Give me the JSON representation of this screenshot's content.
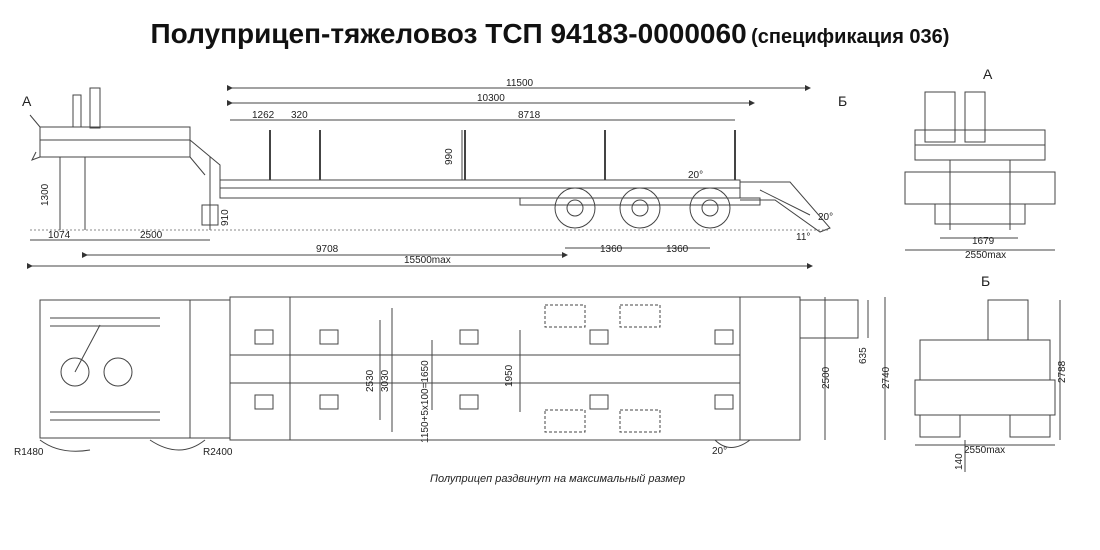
{
  "title": {
    "main": "Полуприцеп-тяжеловоз ТСП 94183-0000060",
    "spec": "(спецификация 036)"
  },
  "side_view": {
    "view_a": "А",
    "view_b": "Б",
    "dims": {
      "overall_top": "11500",
      "d10300": "10300",
      "d1262": "1262",
      "d320": "320",
      "d8718": "8718",
      "d990": "990",
      "d1300": "1300",
      "d910": "910",
      "d1074": "1074",
      "d2500": "2500",
      "d9708": "9708",
      "d1360a": "1360",
      "d1360b": "1360",
      "d15500": "15500max",
      "angle20_top": "20°",
      "angle20_ramp": "20°",
      "angle11": "11°"
    }
  },
  "plan_view": {
    "dims": {
      "r1480": "R1480",
      "r2400": "R2400",
      "d2530": "2530",
      "d3030": "3030",
      "d1150": "1150+5x100=1650",
      "d1950": "1950",
      "d2500": "2500",
      "d635": "635",
      "d2740": "2740",
      "angle20": "20°"
    },
    "caption": "Полуприцеп раздвинут на максимальный размер"
  },
  "front_view": {
    "label": "А",
    "dims": {
      "d1679": "1679",
      "d2550": "2550max"
    }
  },
  "rear_view": {
    "label": "Б",
    "dims": {
      "d2788": "2788",
      "d2550": "2550max",
      "d140": "140"
    }
  }
}
